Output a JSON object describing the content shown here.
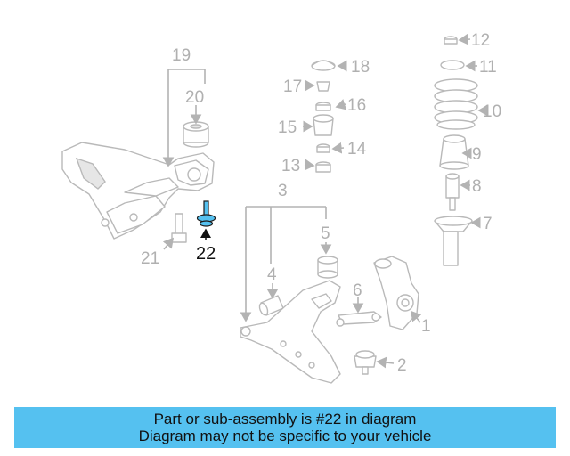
{
  "callouts": {
    "c1": "1",
    "c2": "2",
    "c3": "3",
    "c4": "4",
    "c5": "5",
    "c6": "6",
    "c7": "7",
    "c8": "8",
    "c9": "9",
    "c10": "10",
    "c11": "11",
    "c12": "12",
    "c13": "13",
    "c14": "14",
    "c15": "15",
    "c16": "16",
    "c17": "17",
    "c18": "18",
    "c19": "19",
    "c20": "20",
    "c21": "21",
    "c22": "22"
  },
  "highlight": {
    "part_number": "22",
    "color": "#55c1f0"
  },
  "banner": {
    "line1": "Part or sub-assembly is #22 in diagram",
    "line2": "Diagram may not be specific to your vehicle"
  }
}
